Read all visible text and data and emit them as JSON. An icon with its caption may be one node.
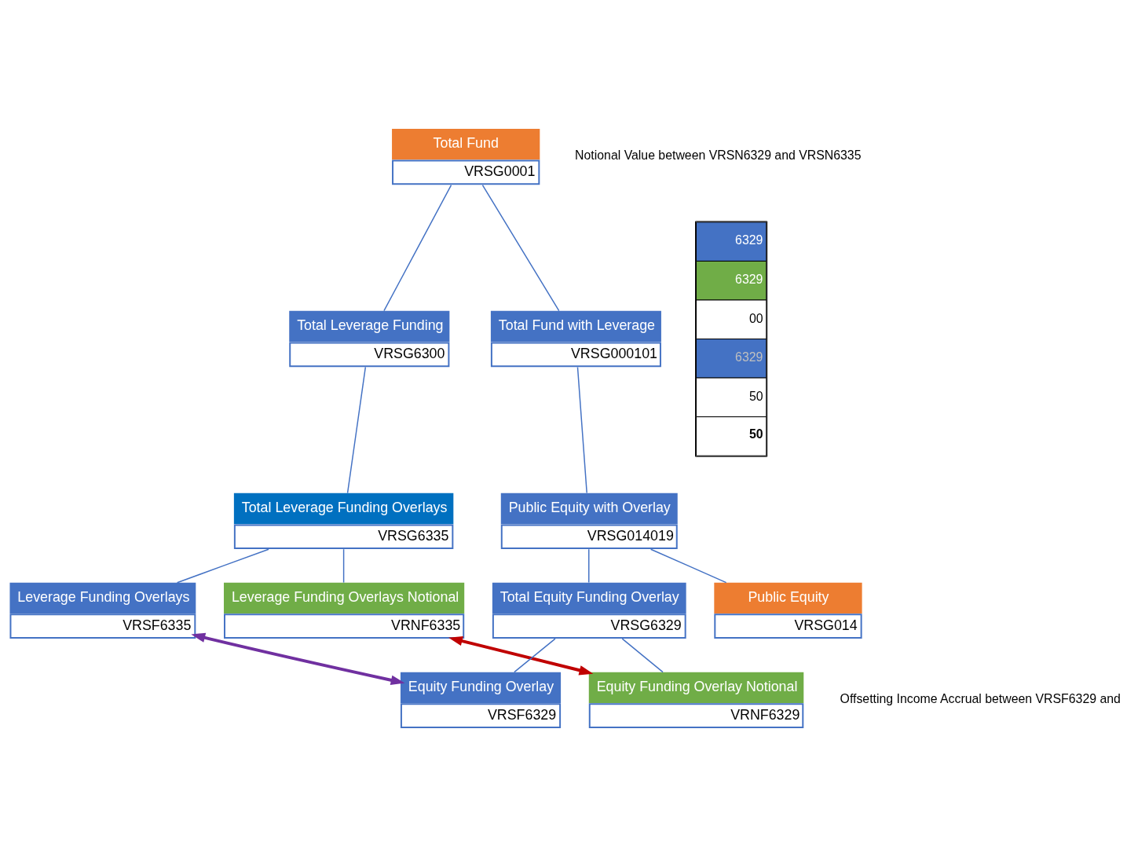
{
  "diagram": {
    "nodes": [
      {
        "text": [
          "Total Fund",
          "VRSG0001"
        ]
      },
      {
        "text": [
          "Total Leverage Funding",
          "VRSG6300"
        ]
      },
      {
        "text": [
          "Total Fund with Leverage",
          "VRSG000101"
        ]
      },
      {
        "text": [
          "Total Leverage Funding Overlays",
          "VRSG6335"
        ]
      },
      {
        "text": [
          "Public Equity with Overlay",
          "VRSG014019"
        ]
      },
      {
        "text": [
          "Leverage Funding Overlays",
          "VRSF6335"
        ]
      },
      {
        "text": [
          "Leverage Funding Overlays Notional",
          "VRNF6335"
        ]
      },
      {
        "text": [
          "Total Equity Funding Overlay",
          "VRSG6329"
        ]
      },
      {
        "text": [
          "Public Equity",
          "VRSG014"
        ]
      },
      {
        "text": [
          "Equity Funding Overlay",
          "VRSF6329"
        ]
      },
      {
        "text": [
          "Equity Funding Overlay Notional",
          "VRNF6329"
        ]
      }
    ],
    "edges": [
      {
        "from": 0,
        "to": 1,
        "arrow": "none"
      },
      {
        "from": 0,
        "to": 2,
        "arrow": "none"
      },
      {
        "from": 1,
        "to": 3,
        "arrow": "none"
      },
      {
        "from": 2,
        "to": 4,
        "arrow": "none"
      },
      {
        "from": 3,
        "to": 5,
        "arrow": "none"
      },
      {
        "from": 3,
        "to": 6,
        "arrow": "none"
      },
      {
        "from": 4,
        "to": 7,
        "arrow": "none"
      },
      {
        "from": 4,
        "to": 8,
        "arrow": "none"
      },
      {
        "from": 7,
        "to": 9,
        "arrow": "none"
      },
      {
        "from": 7,
        "to": 10,
        "arrow": "none"
      },
      {
        "from": 6,
        "to": 10,
        "arrow": "both",
        "style": "thick",
        "color": "#c00000"
      },
      {
        "from": 5,
        "to": 9,
        "arrow": "both",
        "style": "thick",
        "color": "#7030a0"
      }
    ],
    "labels": [
      "6329",
      "6329",
      "00",
      "6329",
      "50",
      "50",
      "Notional Value between VRSN6329 and VRSN6335",
      "Offsetting Income Accrual between VRSF6329 and"
    ]
  }
}
